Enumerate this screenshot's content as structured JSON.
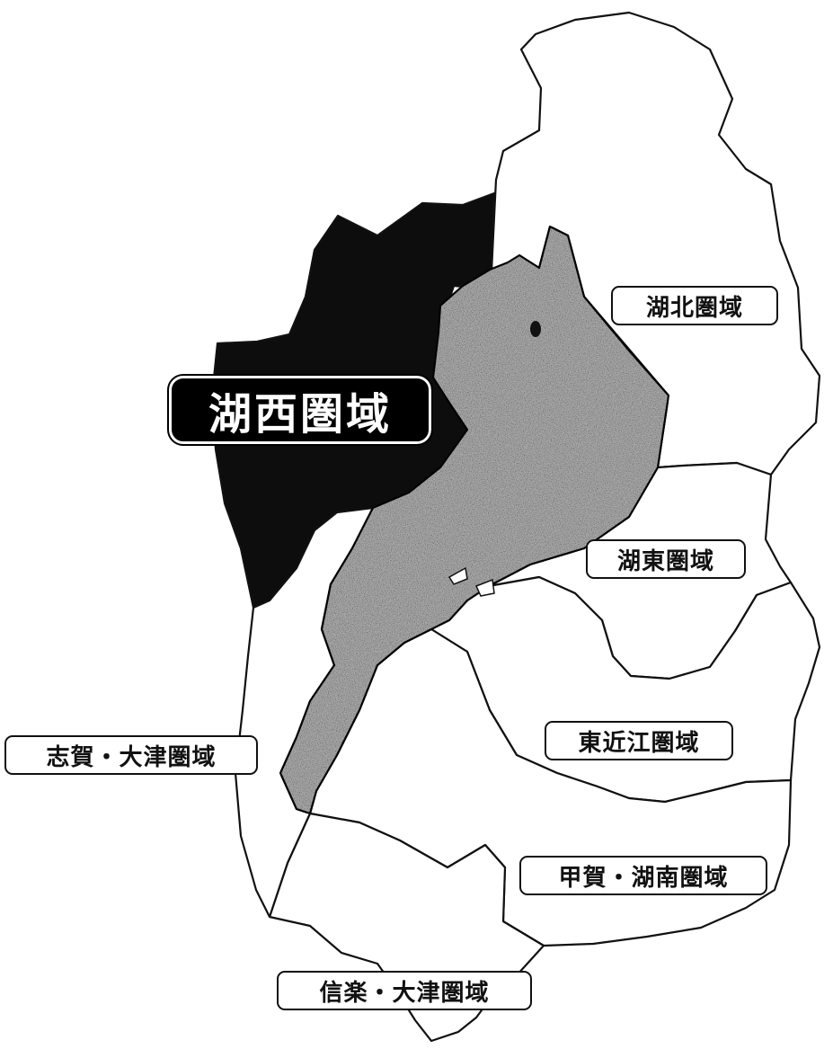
{
  "map": {
    "regions": [
      {
        "id": "kohoku",
        "label": "湖北圏域",
        "fill": "#ffffff"
      },
      {
        "id": "kosei",
        "label": "湖西圏域",
        "fill": "#0d0d0d",
        "highlighted": true
      },
      {
        "id": "koto",
        "label": "湖東圏域",
        "fill": "#ffffff"
      },
      {
        "id": "higashiomi",
        "label": "東近江圏域",
        "fill": "#ffffff"
      },
      {
        "id": "koka_konan",
        "label": "甲賀・湖南圏域",
        "fill": "#ffffff"
      },
      {
        "id": "shiga_otsu",
        "label": "志賀・大津圏域",
        "fill": "#ffffff"
      },
      {
        "id": "shigaraki_otsu",
        "label": "信楽・大津圏域",
        "fill": "#ffffff"
      }
    ],
    "lake": {
      "fill": "#a9a9a9"
    }
  }
}
